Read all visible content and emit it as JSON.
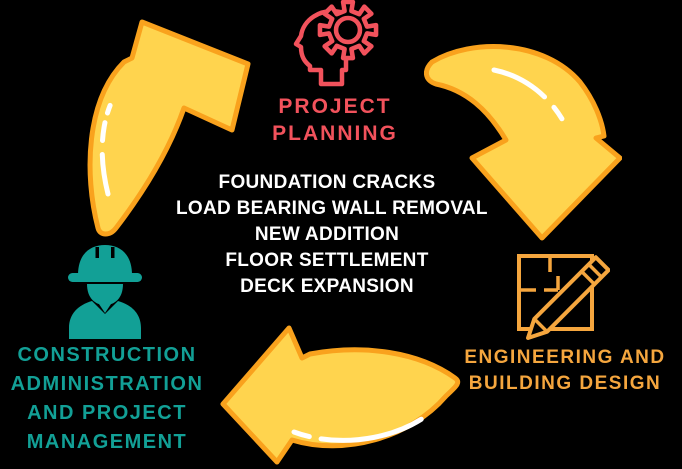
{
  "title": "Construction project process cycle diagram",
  "background_color": "#000000",
  "stages": {
    "planning": {
      "lines": [
        "PROJECT",
        "PLANNING"
      ],
      "color": "#F2525C",
      "icon": "head-gear-icon"
    },
    "engineering": {
      "lines": [
        "ENGINEERING AND",
        "BUILDING DESIGN"
      ],
      "color": "#F5A63E",
      "icon": "blueprint-pencil-icon"
    },
    "construction": {
      "lines": [
        "CONSTRUCTION",
        "ADMINISTRATION",
        "AND PROJECT",
        "MANAGEMENT"
      ],
      "color": "#12A096",
      "icon": "construction-worker-icon"
    }
  },
  "center_list": {
    "color": "#FFFFFF",
    "items": [
      "FOUNDATION CRACKS",
      "LOAD BEARING WALL REMOVAL",
      "NEW ADDITION",
      "FLOOR SETTLEMENT",
      "DECK EXPANSION"
    ]
  },
  "arrows": {
    "count": 3,
    "direction": "clockwise",
    "fill": "#FFD44E",
    "outline": "#F9A21D",
    "highlight": "#FFFFFF"
  }
}
